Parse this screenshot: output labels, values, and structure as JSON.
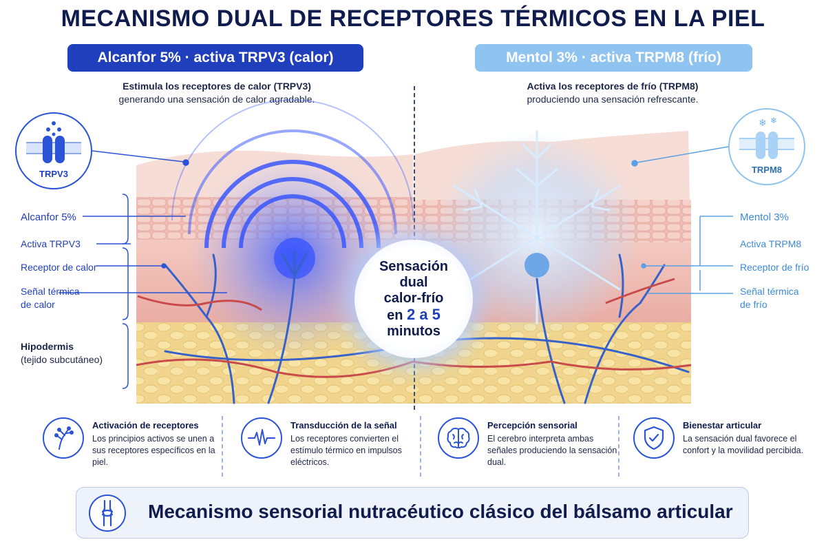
{
  "title": "MECANISMO DUAL DE RECEPTORES TÉRMICOS EN LA PIEL",
  "colors": {
    "warm": "#1f3fbd",
    "cool": "#8fc4f0",
    "navy": "#0f1c4d"
  },
  "left": {
    "pill": "Alcanfor 5% · activa TRPV3 (calor)",
    "subtitle_line1": "Estimula los receptores de calor (TRPV3)",
    "subtitle_line2": "generando una sensación de calor agradable.",
    "badge": "TRPV3",
    "labels": {
      "ingredient": "Alcanfor 5%",
      "activates": "Activa TRPV3",
      "receptor": "Receptor de calor",
      "signal_line1": "Señal térmica",
      "signal_line2": "de calor",
      "hypodermis": "Hipodermis",
      "hypodermis_sub": "(tejido subcutáneo)"
    }
  },
  "right": {
    "pill": "Mentol 3% · activa TRPM8 (frío)",
    "subtitle_line1": "Activa los receptores de frío (TRPM8)",
    "subtitle_line2": "produciendo una sensación refrescante.",
    "badge": "TRPM8",
    "labels": {
      "ingredient": "Mentol 3%",
      "activates": "Activa TRPM8",
      "receptor": "Receptor de frío",
      "signal_line1": "Señal térmica",
      "signal_line2": "de frío"
    }
  },
  "center": {
    "line1": "Sensación",
    "line2": "dual",
    "line3": "calor-frío",
    "line4_prefix": "en ",
    "line4_accent": "2 a 5",
    "line5": "minutos"
  },
  "steps": [
    {
      "icon": "branch-receptor-icon",
      "title": "Activación de receptores",
      "text": "Los principios activos se unen a sus receptores específicos en la piel."
    },
    {
      "icon": "pulse-wave-icon",
      "title": "Transducción de la señal",
      "text": "Los receptores convierten el estímulo térmico en impulsos eléctricos."
    },
    {
      "icon": "brain-icon",
      "title": "Percepción sensorial",
      "text": "El cerebro interpreta ambas señales produciendo la sensación dual."
    },
    {
      "icon": "shield-check-icon",
      "title": "Bienestar articular",
      "text": "La sensación dual favorece el confort y la movilidad percibida."
    }
  ],
  "banner": {
    "icon": "knee-joint-icon",
    "text": "Mecanismo sensorial nutracéutico clásico del bálsamo articular"
  }
}
